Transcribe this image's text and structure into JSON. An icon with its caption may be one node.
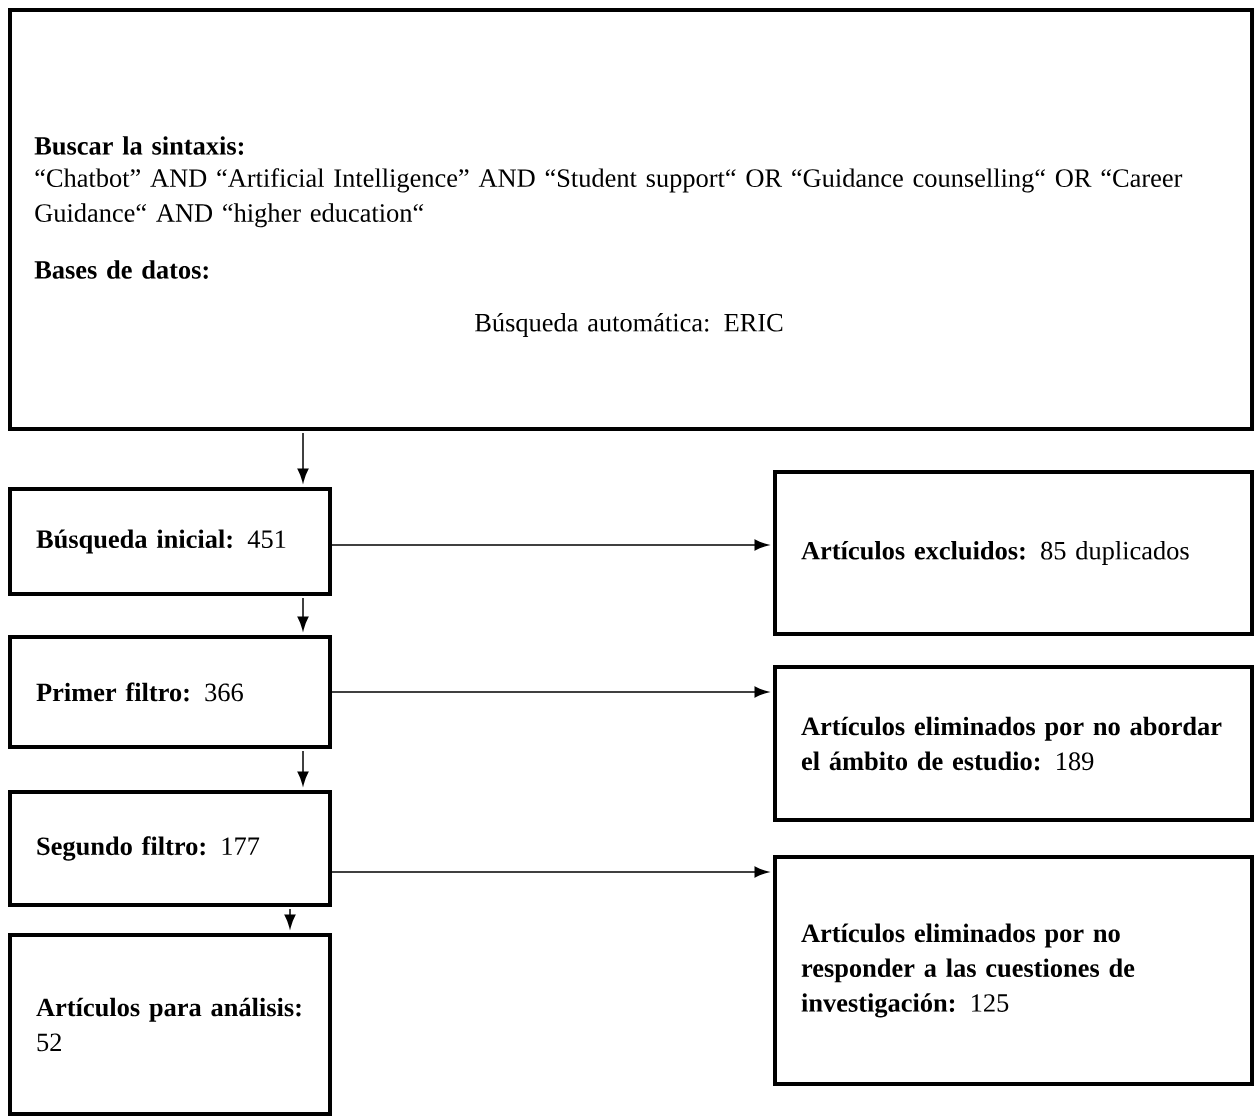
{
  "diagram": {
    "nodes": [
      {
        "text": [
          "Buscar la sintaxis:",
          "“Chatbot” AND “Artificial Intelligence” AND “Student support“ OR “Guidance counselling“ OR “Career Guidance“ AND “higher education“",
          "Bases de datos:",
          "Búsqueda automática: ERIC"
        ]
      },
      {
        "text": [
          "**Búsqueda inicial:** 451"
        ]
      },
      {
        "text": [
          "**Primer filtro:** 366"
        ]
      },
      {
        "text": [
          "**Segundo filtro:** 177"
        ]
      },
      {
        "text": [
          "**Artículos para análisis:** 52"
        ]
      },
      {
        "text": [
          "**Artículos excluidos:** 85 duplicados"
        ]
      },
      {
        "text": [
          "**Artículos eliminados por no abordar el ámbito de estudio:** 189"
        ]
      },
      {
        "text": [
          "**Artículos eliminados por no responder a las cuestiones de investigación:** 125"
        ]
      }
    ],
    "edges": [
      {
        "from": 0,
        "to": 1,
        "arrow": "to"
      },
      {
        "from": 1,
        "to": 2,
        "arrow": "to"
      },
      {
        "from": 2,
        "to": 3,
        "arrow": "to"
      },
      {
        "from": 3,
        "to": 4,
        "arrow": "to"
      },
      {
        "from": 1,
        "to": 5,
        "arrow": "to"
      },
      {
        "from": 2,
        "to": 6,
        "arrow": "to"
      },
      {
        "from": 3,
        "to": 7,
        "arrow": "to"
      }
    ]
  }
}
